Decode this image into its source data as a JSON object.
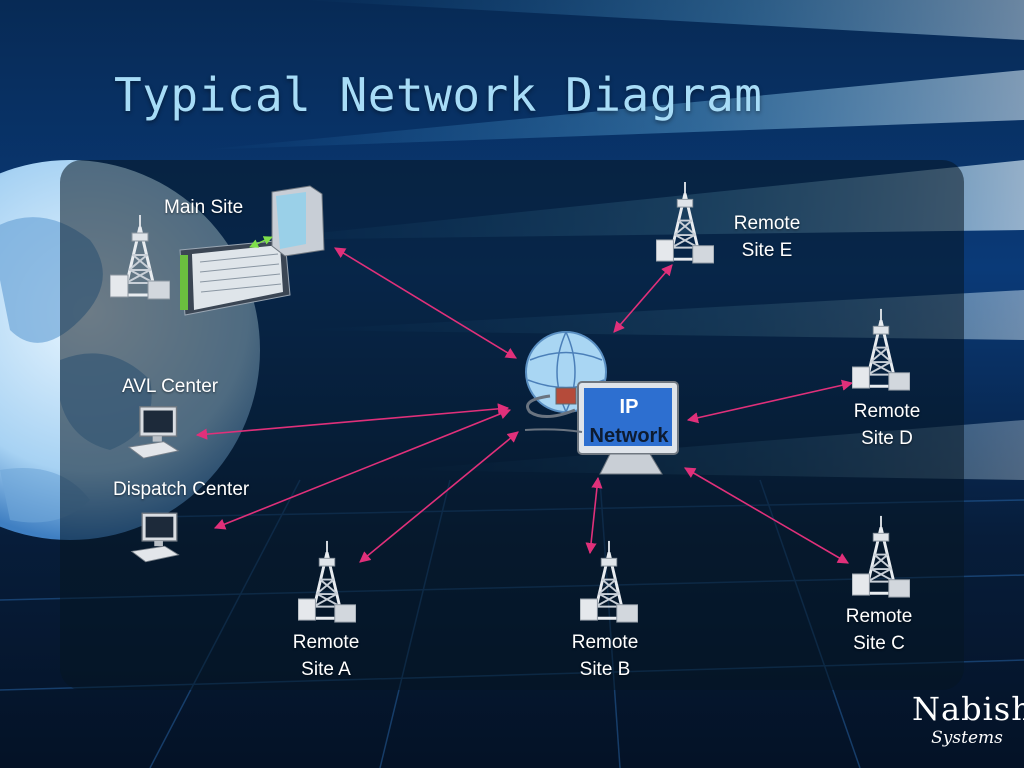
{
  "slide": {
    "title": "Typical Network Diagram"
  },
  "diagram": {
    "nodes": {
      "main_site": "Main Site",
      "avl_center": "AVL Center",
      "dispatch_center": "Dispatch Center",
      "ip_network": [
        "IP",
        "Network"
      ],
      "remote_site_a": [
        "Remote",
        "Site A"
      ],
      "remote_site_b": [
        "Remote",
        "Site B"
      ],
      "remote_site_c": [
        "Remote",
        "Site C"
      ],
      "remote_site_d": [
        "Remote",
        "Site D"
      ],
      "remote_site_e": [
        "Remote",
        "Site E"
      ]
    },
    "link_color": "#e0307a"
  },
  "logo": {
    "brand": "Nabishi",
    "sub": "Systems"
  },
  "colors": {
    "title": "#a7dcf7",
    "background": "#06213f",
    "panel": "#0a2030"
  },
  "icons": [
    "globe-icon",
    "radio-tower-icon",
    "server-rack-icon",
    "workstation-icon",
    "monitor-icon",
    "network-computer-icon"
  ]
}
